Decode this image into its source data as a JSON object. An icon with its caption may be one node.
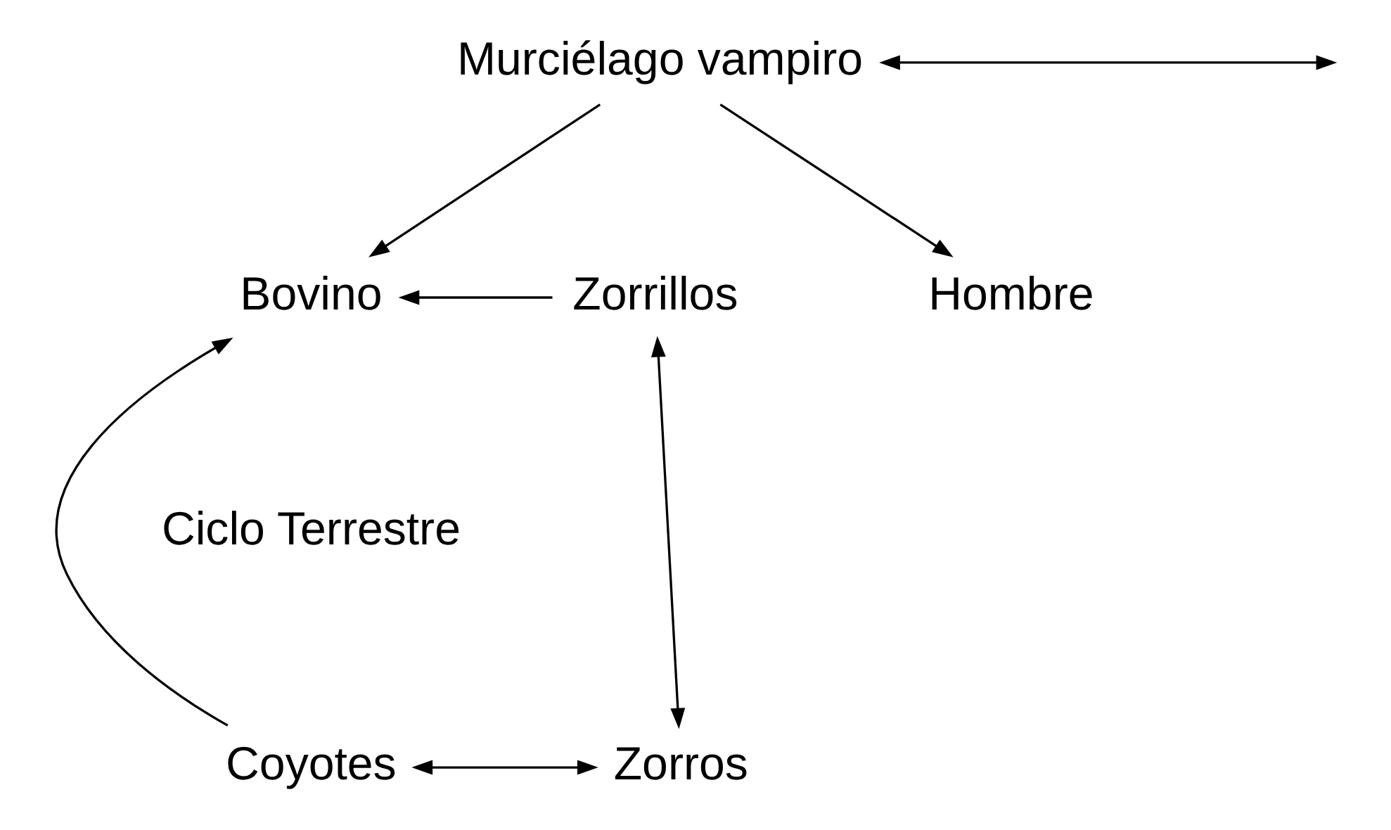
{
  "diagram": {
    "nodes": [
      {
        "text": [
          "Murciélago vampiro"
        ]
      },
      {
        "text": [
          "Hombre"
        ]
      },
      {
        "text": [
          "Bovino"
        ]
      },
      {
        "text": [
          "Zorrillos"
        ]
      },
      {
        "text": [
          "Coyotes"
        ]
      },
      {
        "text": [
          "Zorros"
        ]
      }
    ],
    "edges": [
      {
        "from": 0,
        "to": null,
        "arrow": "both"
      },
      {
        "from": 0,
        "to": 1,
        "arrow": "to"
      },
      {
        "from": 0,
        "to": 2,
        "arrow": "to"
      },
      {
        "from": 3,
        "to": 2,
        "arrow": "to"
      },
      {
        "from": 3,
        "to": 5,
        "arrow": "both"
      },
      {
        "from": 4,
        "to": 2,
        "arrow": "to"
      },
      {
        "from": 4,
        "to": 5,
        "arrow": "both"
      }
    ],
    "labels": [
      "Ciclo Terrestre"
    ]
  }
}
